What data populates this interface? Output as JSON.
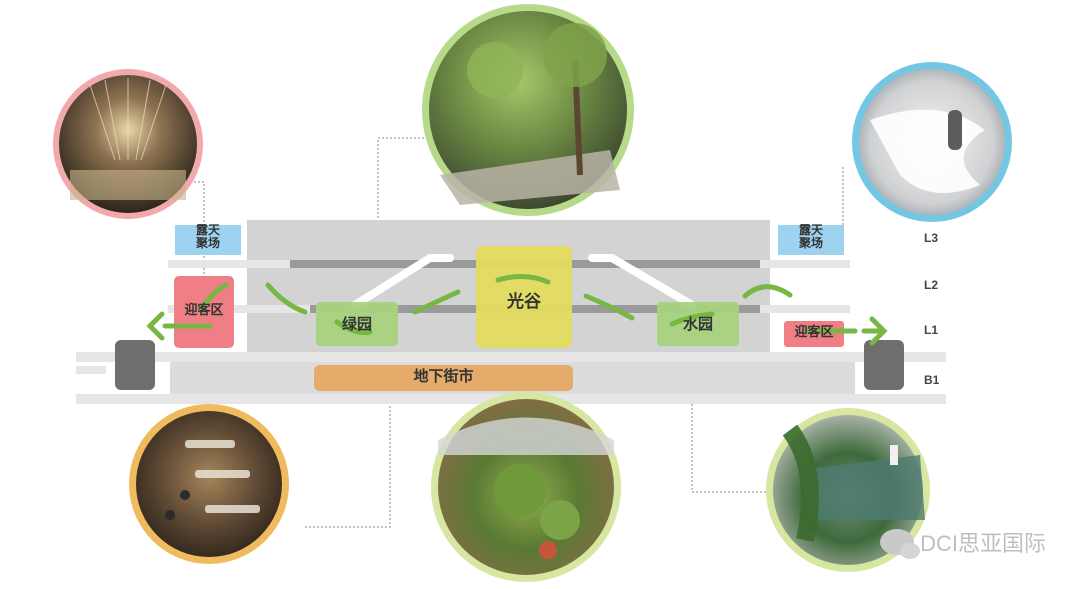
{
  "zones": {
    "open_air_top_left": "露天\n聚场",
    "open_air_top_right": "露天\n聚场",
    "welcome_left": "迎客区",
    "welcome_right": "迎客区",
    "green_garden": "绿园",
    "light_valley": "光谷",
    "water_garden": "水园",
    "underground_street": "地下街市"
  },
  "levels": [
    "L3",
    "L2",
    "L1",
    "B1"
  ],
  "colors": {
    "open_air": "#9dd3ee",
    "welcome": "#ef7f84",
    "green_garden": "#8fc763",
    "light_valley": "#e4dc5e",
    "water_garden": "#8fc763",
    "underground": "#e4ab6b",
    "ring_pink": "#f2a9ac",
    "ring_green": "#b7da8a",
    "ring_blue": "#74c7e3",
    "ring_orange": "#efbb5e",
    "ring_light_green": "#d7e6a0",
    "arrow": "#76b843"
  },
  "photos": [
    {
      "name": "chandelier-lobby-photo",
      "ring": "ring_pink"
    },
    {
      "name": "tree-courtyard-photo",
      "ring": "ring_green"
    },
    {
      "name": "open-air-terrace-photo",
      "ring": "ring_blue"
    },
    {
      "name": "food-hall-photo",
      "ring": "ring_orange"
    },
    {
      "name": "atrium-garden-photo",
      "ring": "ring_light_green"
    },
    {
      "name": "water-garden-photo",
      "ring": "ring_light_green"
    }
  ],
  "watermark": "DCI思亚国际"
}
